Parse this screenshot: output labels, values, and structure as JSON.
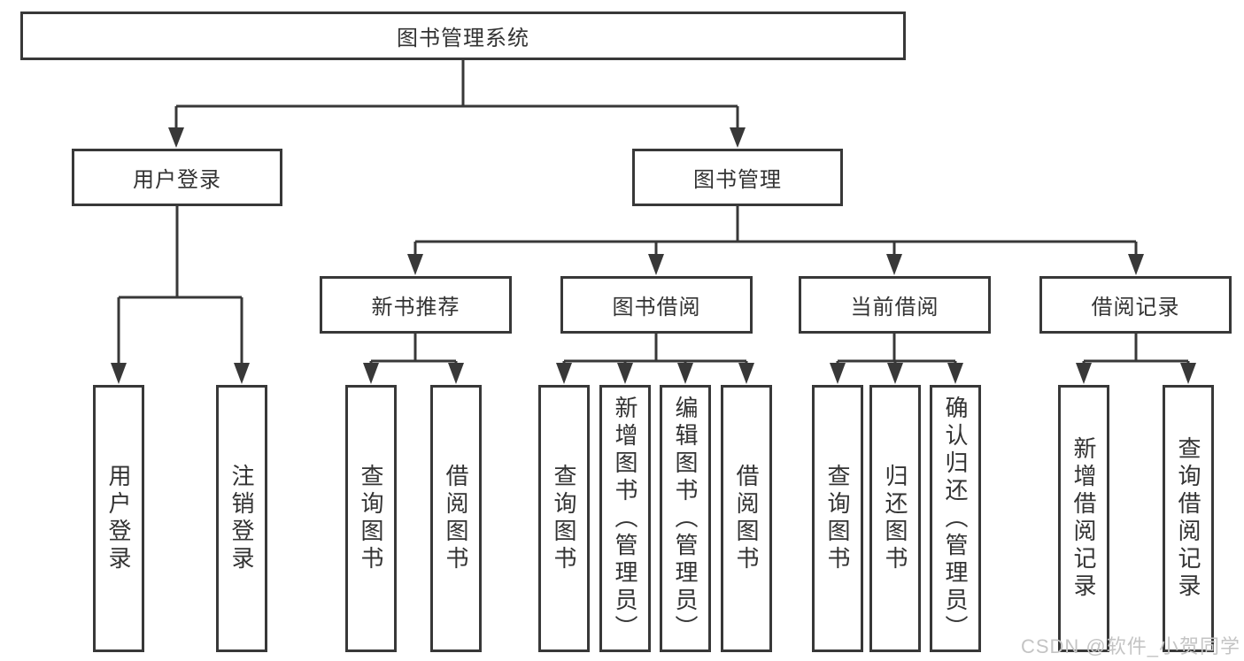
{
  "colors": {
    "line": "#383838",
    "box_border": "#383838",
    "text": "#333333",
    "background": "#ffffff",
    "watermark_text": "#c4c4c4"
  },
  "tree": {
    "label": "图书管理系统",
    "children": [
      {
        "label": "用户登录",
        "children": [
          {
            "label": "用户登录"
          },
          {
            "label": "注销登录"
          }
        ]
      },
      {
        "label": "图书管理",
        "children": [
          {
            "label": "新书推荐",
            "children": [
              {
                "label": "查询图书"
              },
              {
                "label": "借阅图书"
              }
            ]
          },
          {
            "label": "图书借阅",
            "children": [
              {
                "label": "查询图书"
              },
              {
                "label": "新增图书（管理员）"
              },
              {
                "label": "编辑图书（管理员）"
              },
              {
                "label": "借阅图书"
              }
            ]
          },
          {
            "label": "当前借阅",
            "children": [
              {
                "label": "查询图书"
              },
              {
                "label": "归还图书"
              },
              {
                "label": "确认归还（管理员）"
              }
            ]
          },
          {
            "label": "借阅记录",
            "children": [
              {
                "label": "新增借阅记录"
              },
              {
                "label": "查询借阅记录"
              }
            ]
          }
        ]
      }
    ]
  },
  "watermark": {
    "text": "CSDN @软件_小贺同学"
  }
}
